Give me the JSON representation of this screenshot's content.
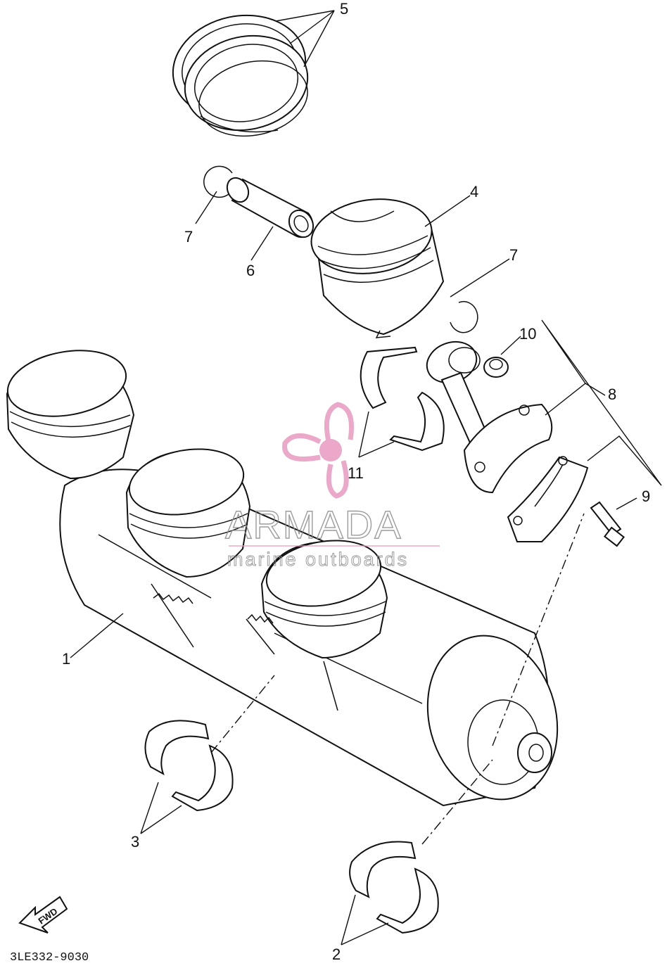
{
  "diagram": {
    "callouts": [
      "5",
      "4",
      "7",
      "6",
      "7",
      "10",
      "8",
      "11",
      "9",
      "1",
      "3",
      "2"
    ],
    "part_code": "3LE332-9030",
    "fwd_label": "FWD"
  },
  "watermark": {
    "title": "ARMADA",
    "subtitle": "marine outboards",
    "logo_color": "#e89ac0"
  }
}
